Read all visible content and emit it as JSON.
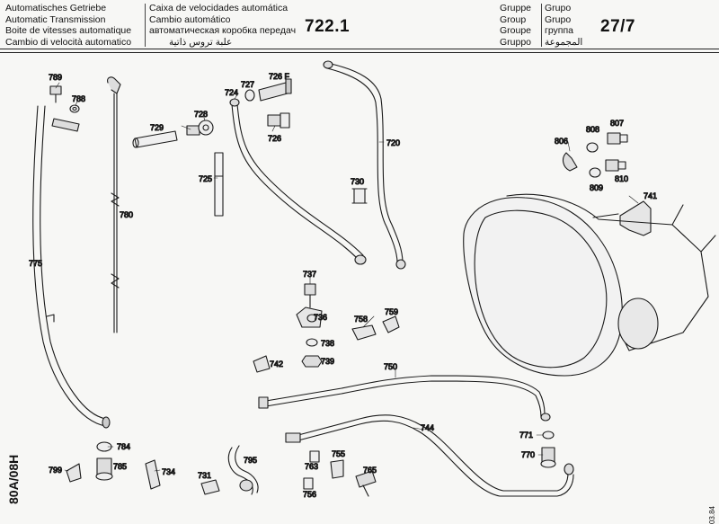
{
  "header": {
    "titles_left": [
      "Automatisches Getriebe",
      "Automatic Transmission",
      "Boite de vitesses automatique",
      "Cambio di velocità automatico"
    ],
    "titles_mid": [
      "Caixa de velocidades automática",
      "Cambio automático",
      "автоматическая коробка передач",
      "علبة تروس ذاتية"
    ],
    "model_number": "722.1",
    "group_labels_a": [
      "Gruppe",
      "Group",
      "Groupe",
      "Gruppo"
    ],
    "group_labels_b": [
      "Grupo",
      "Grupo",
      "группа",
      "المجموعة"
    ],
    "group_number": "27/7"
  },
  "side_code": "80A/08H",
  "sheet_ref": "03.84",
  "part_labels": {
    "p789": "789",
    "p788": "788",
    "p775": "775",
    "p780": "780",
    "p729": "729",
    "p728": "728",
    "p725": "725",
    "p724": "724",
    "p727": "727",
    "p726F": "726 F",
    "p726": "726",
    "p720": "720",
    "p730": "730",
    "p806": "806",
    "p808": "808",
    "p807": "807",
    "p809": "809",
    "p810": "810",
    "p741": "741",
    "p737": "737",
    "p736": "736",
    "p758": "758",
    "p759": "759",
    "p738": "738",
    "p739": "739",
    "p742": "742",
    "p750": "750",
    "p744": "744",
    "p771": "771",
    "p770": "770",
    "p784": "784",
    "p785": "785",
    "p799": "799",
    "p734": "734",
    "p731": "731",
    "p795": "795",
    "p763": "763",
    "p755": "755",
    "p765": "765",
    "p756": "756"
  }
}
